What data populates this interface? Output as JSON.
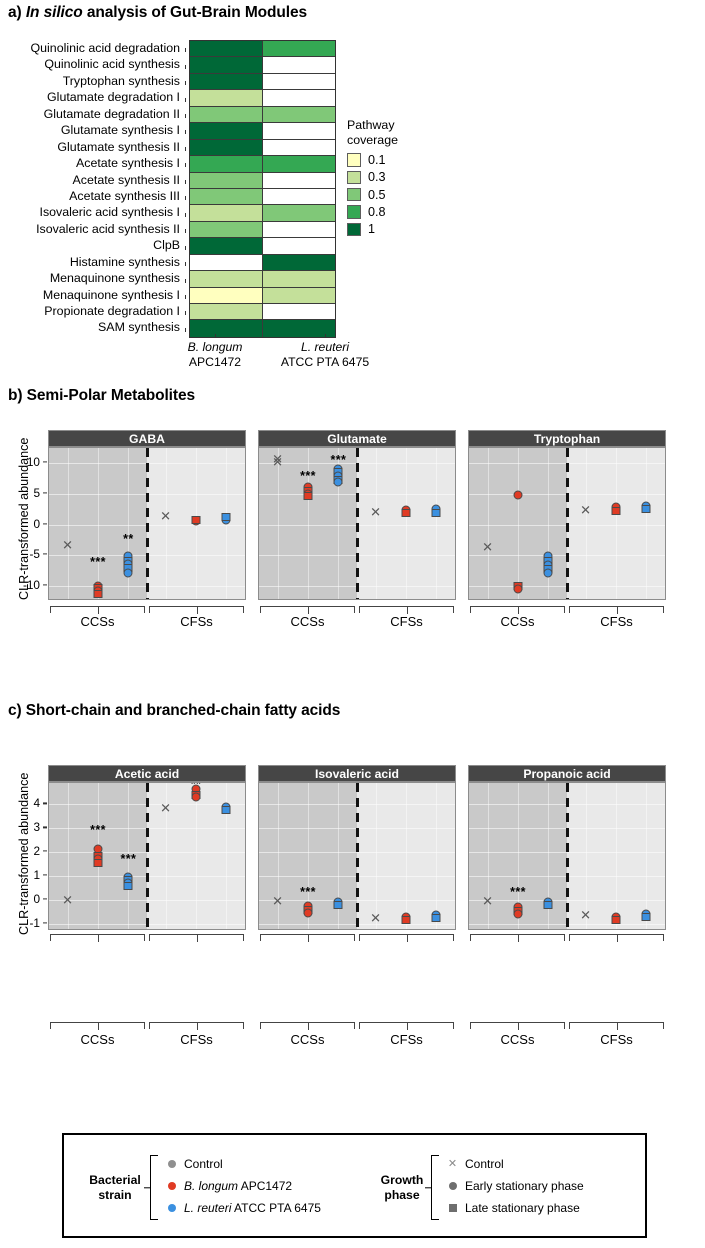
{
  "panels": {
    "a": {
      "prefix": "a)",
      "italic": "In silico",
      "rest": " analysis of Gut-Brain Modules"
    },
    "b": {
      "text": "b) Semi-Polar Metabolites"
    },
    "c": {
      "text": "c) Short-chain and branched-chain fatty acids"
    }
  },
  "heatmap": {
    "columns": [
      {
        "genus": "B. longum",
        "strain": "APC1472"
      },
      {
        "genus": "L. reuteri",
        "strain": "ATCC PTA 6475"
      }
    ],
    "legend": {
      "title_line1": "Pathway",
      "title_line2": "coverage",
      "entries": [
        {
          "label": "0.1",
          "color": "#ffffbf"
        },
        {
          "label": "0.3",
          "color": "#c4e09a"
        },
        {
          "label": "0.5",
          "color": "#80c878"
        },
        {
          "label": "0.8",
          "color": "#34a853"
        },
        {
          "label": "1",
          "color": "#006837"
        }
      ]
    },
    "palette": {
      "v0": "#ffffff",
      "v01": "#ffffbf",
      "v03": "#c4e09a",
      "v05": "#80c878",
      "v08": "#34a853",
      "v1": "#006837"
    },
    "rows": [
      {
        "label": "Quinolinic acid degradation",
        "values": [
          1,
          0.8
        ]
      },
      {
        "label": "Quinolinic acid synthesis",
        "values": [
          1,
          0
        ]
      },
      {
        "label": "Tryptophan synthesis",
        "values": [
          1,
          0
        ]
      },
      {
        "label": "Glutamate degradation I",
        "values": [
          0.3,
          0
        ]
      },
      {
        "label": "Glutamate degradation II",
        "values": [
          0.5,
          0.5
        ]
      },
      {
        "label": "Glutamate synthesis I",
        "values": [
          1,
          0
        ]
      },
      {
        "label": "Glutamate synthesis II",
        "values": [
          1,
          0
        ]
      },
      {
        "label": "Acetate synthesis I",
        "values": [
          0.8,
          0.8
        ]
      },
      {
        "label": "Acetate synthesis II",
        "values": [
          0.5,
          0
        ]
      },
      {
        "label": "Acetate synthesis III",
        "values": [
          0.5,
          0
        ]
      },
      {
        "label": "Isovaleric acid synthesis I",
        "values": [
          0.3,
          0.5
        ]
      },
      {
        "label": "Isovaleric acid synthesis II",
        "values": [
          0.5,
          0
        ]
      },
      {
        "label": "ClpB",
        "values": [
          1,
          0
        ]
      },
      {
        "label": "Histamine synthesis",
        "values": [
          0,
          1
        ]
      },
      {
        "label": "Menaquinone synthesis",
        "values": [
          0.3,
          0.3
        ]
      },
      {
        "label": "Menaquinone synthesis I",
        "values": [
          0.1,
          0.3
        ]
      },
      {
        "label": "Propionate degradation I",
        "values": [
          0.3,
          0
        ]
      },
      {
        "label": "SAM synthesis",
        "values": [
          1,
          1
        ]
      }
    ]
  },
  "axis": {
    "ylabel": "CLR-transformed abundance",
    "b_ticks": [
      "10",
      "5",
      "0",
      "-5",
      "-10"
    ],
    "c_ticks": [
      "4",
      "3",
      "2",
      "1",
      "0",
      "-1"
    ],
    "group_labels": [
      "CCSs",
      "CFSs"
    ]
  },
  "colors": {
    "control": "#8f8f8f",
    "blongum": "#e03b24",
    "lreuteri": "#3b90e0",
    "strip_bg": "#464646",
    "ccs_bg": "#c9c9c9",
    "cfs_bg": "#e9e9e9"
  },
  "chart_data": [
    {
      "type": "scatter",
      "title": "GABA",
      "panel": "b",
      "ylabel": "CLR-transformed abundance",
      "ylim": [
        -12.5,
        12.5
      ],
      "yticks": [
        10,
        5,
        0,
        -5,
        -10
      ],
      "groups": [
        "CCSs",
        "CFSs"
      ],
      "series": [
        {
          "name": "Control",
          "strain": "control",
          "group": "CCSs",
          "marker": "x",
          "values": [
            -3.4
          ]
        },
        {
          "name": "B. longum APC1472",
          "strain": "blongum",
          "group": "CCSs",
          "marker": "mixed",
          "values": [
            -10.1,
            -10.4,
            -10.9,
            -11.3
          ]
        },
        {
          "name": "L. reuteri ATCC PTA 6475",
          "strain": "lreuteri",
          "group": "CCSs",
          "marker": "mixed",
          "values": [
            -5.1,
            -5.9,
            -6.4,
            -7.1,
            -7.9
          ]
        },
        {
          "name": "Control",
          "strain": "control",
          "group": "CFSs",
          "marker": "x",
          "values": [
            1.4
          ]
        },
        {
          "name": "B. longum APC1472",
          "strain": "blongum",
          "group": "CFSs",
          "marker": "mixed",
          "values": [
            0.5,
            0.8
          ]
        },
        {
          "name": "L. reuteri ATCC PTA 6475",
          "strain": "lreuteri",
          "group": "CFSs",
          "marker": "mixed",
          "values": [
            0.7,
            1.2
          ]
        }
      ],
      "annotations": [
        {
          "text": "***",
          "group": "CCSs",
          "strain": "blongum",
          "y": -6.2
        },
        {
          "text": "**",
          "group": "CCSs",
          "strain": "lreuteri",
          "y": -2.4
        }
      ]
    },
    {
      "type": "scatter",
      "title": "Glutamate",
      "panel": "b",
      "ylabel": "CLR-transformed abundance",
      "ylim": [
        -12.5,
        12.5
      ],
      "yticks": [
        10,
        5,
        0,
        -5,
        -10
      ],
      "groups": [
        "CCSs",
        "CFSs"
      ],
      "series": [
        {
          "name": "Control",
          "strain": "control",
          "group": "CCSs",
          "marker": "x",
          "values": [
            10.7,
            10.2
          ]
        },
        {
          "name": "B. longum APC1472",
          "strain": "blongum",
          "group": "CCSs",
          "marker": "mixed",
          "values": [
            6.1,
            5.5,
            5.0,
            4.7
          ]
        },
        {
          "name": "L. reuteri ATCC PTA 6475",
          "strain": "lreuteri",
          "group": "CCSs",
          "marker": "mixed",
          "values": [
            9.1,
            8.5,
            8.0,
            7.3,
            6.9
          ]
        },
        {
          "name": "Control",
          "strain": "control",
          "group": "CFSs",
          "marker": "x",
          "values": [
            2.1
          ]
        },
        {
          "name": "B. longum APC1472",
          "strain": "blongum",
          "group": "CFSs",
          "marker": "mixed",
          "values": [
            2.3,
            1.9
          ]
        },
        {
          "name": "L. reuteri ATCC PTA 6475",
          "strain": "lreuteri",
          "group": "CFSs",
          "marker": "mixed",
          "values": [
            2.5,
            1.9
          ]
        }
      ],
      "annotations": [
        {
          "text": "***",
          "group": "CCSs",
          "strain": "blongum",
          "y": 8.0
        },
        {
          "text": "***",
          "group": "CCSs",
          "strain": "lreuteri",
          "y": 10.5
        }
      ]
    },
    {
      "type": "scatter",
      "title": "Tryptophan",
      "panel": "b",
      "ylabel": "CLR-transformed abundance",
      "ylim": [
        -12.5,
        12.5
      ],
      "yticks": [
        10,
        5,
        0,
        -5,
        -10
      ],
      "groups": [
        "CCSs",
        "CFSs"
      ],
      "series": [
        {
          "name": "Control",
          "strain": "control",
          "group": "CCSs",
          "marker": "x",
          "values": [
            -3.6
          ]
        },
        {
          "name": "B. longum APC1472",
          "strain": "blongum",
          "group": "CCSs",
          "marker": "mixed",
          "values": [
            4.9,
            -10.0,
            -10.6
          ]
        },
        {
          "name": "L. reuteri ATCC PTA 6475",
          "strain": "lreuteri",
          "group": "CCSs",
          "marker": "mixed",
          "values": [
            -5.2,
            -6.0,
            -6.6,
            -7.3,
            -8.0
          ]
        },
        {
          "name": "Control",
          "strain": "control",
          "group": "CFSs",
          "marker": "x",
          "values": [
            2.4
          ]
        },
        {
          "name": "B. longum APC1472",
          "strain": "blongum",
          "group": "CFSs",
          "marker": "mixed",
          "values": [
            2.8,
            2.2
          ]
        },
        {
          "name": "L. reuteri ATCC PTA 6475",
          "strain": "lreuteri",
          "group": "CFSs",
          "marker": "mixed",
          "values": [
            3.1,
            2.6
          ]
        }
      ],
      "annotations": []
    },
    {
      "type": "scatter",
      "title": "Acetic acid",
      "panel": "c",
      "ylabel": "CLR-transformed abundance",
      "ylim": [
        -1.3,
        4.9
      ],
      "yticks": [
        4,
        3,
        2,
        1,
        0,
        -1
      ],
      "groups": [
        "CCSs",
        "CFSs"
      ],
      "series": [
        {
          "name": "Control",
          "strain": "control",
          "group": "CCSs",
          "marker": "x",
          "values": [
            0.0
          ]
        },
        {
          "name": "B. longum APC1472",
          "strain": "blongum",
          "group": "CCSs",
          "marker": "mixed",
          "values": [
            2.15,
            1.85,
            1.7,
            1.55
          ]
        },
        {
          "name": "L. reuteri ATCC PTA 6475",
          "strain": "lreuteri",
          "group": "CCSs",
          "marker": "mixed",
          "values": [
            0.95,
            0.85,
            0.7,
            0.6
          ]
        },
        {
          "name": "Control",
          "strain": "control",
          "group": "CFSs",
          "marker": "x",
          "values": [
            3.85
          ]
        },
        {
          "name": "B. longum APC1472",
          "strain": "blongum",
          "group": "CFSs",
          "marker": "mixed",
          "values": [
            4.65,
            4.4,
            4.3
          ]
        },
        {
          "name": "L. reuteri ATCC PTA 6475",
          "strain": "lreuteri",
          "group": "CFSs",
          "marker": "mixed",
          "values": [
            3.9,
            3.75
          ]
        }
      ],
      "annotations": [
        {
          "text": "***",
          "group": "CCSs",
          "strain": "blongum",
          "y": 2.95
        },
        {
          "text": "***",
          "group": "CCSs",
          "strain": "lreuteri",
          "y": 1.7
        },
        {
          "text": "**",
          "group": "CFSs",
          "strain": "blongum",
          "y": 4.85
        }
      ]
    },
    {
      "type": "scatter",
      "title": "Isovaleric acid",
      "panel": "c",
      "ylabel": "CLR-transformed abundance",
      "ylim": [
        -1.3,
        4.9
      ],
      "yticks": [
        4,
        3,
        2,
        1,
        0,
        -1
      ],
      "groups": [
        "CCSs",
        "CFSs"
      ],
      "series": [
        {
          "name": "Control",
          "strain": "control",
          "group": "CCSs",
          "marker": "x",
          "values": [
            -0.05
          ]
        },
        {
          "name": "B. longum APC1472",
          "strain": "blongum",
          "group": "CCSs",
          "marker": "mixed",
          "values": [
            -0.25,
            -0.4,
            -0.55
          ]
        },
        {
          "name": "L. reuteri ATCC PTA 6475",
          "strain": "lreuteri",
          "group": "CCSs",
          "marker": "mixed",
          "values": [
            -0.1,
            -0.2
          ]
        },
        {
          "name": "Control",
          "strain": "control",
          "group": "CFSs",
          "marker": "x",
          "values": [
            -0.75
          ]
        },
        {
          "name": "B. longum APC1472",
          "strain": "blongum",
          "group": "CFSs",
          "marker": "mixed",
          "values": [
            -0.7,
            -0.85
          ]
        },
        {
          "name": "L. reuteri ATCC PTA 6475",
          "strain": "lreuteri",
          "group": "CFSs",
          "marker": "mixed",
          "values": [
            -0.65,
            -0.75
          ]
        }
      ],
      "annotations": [
        {
          "text": "***",
          "group": "CCSs",
          "strain": "blongum",
          "y": 0.35
        }
      ]
    },
    {
      "type": "scatter",
      "title": "Propanoic acid",
      "panel": "c",
      "ylabel": "CLR-transformed abundance",
      "ylim": [
        -1.3,
        4.9
      ],
      "yticks": [
        4,
        3,
        2,
        1,
        0,
        -1
      ],
      "groups": [
        "CCSs",
        "CFSs"
      ],
      "series": [
        {
          "name": "Control",
          "strain": "control",
          "group": "CCSs",
          "marker": "x",
          "values": [
            -0.05
          ]
        },
        {
          "name": "B. longum APC1472",
          "strain": "blongum",
          "group": "CCSs",
          "marker": "mixed",
          "values": [
            -0.3,
            -0.45,
            -0.6
          ]
        },
        {
          "name": "L. reuteri ATCC PTA 6475",
          "strain": "lreuteri",
          "group": "CCSs",
          "marker": "mixed",
          "values": [
            -0.1,
            -0.2
          ]
        },
        {
          "name": "Control",
          "strain": "control",
          "group": "CFSs",
          "marker": "x",
          "values": [
            -0.65
          ]
        },
        {
          "name": "B. longum APC1472",
          "strain": "blongum",
          "group": "CFSs",
          "marker": "mixed",
          "values": [
            -0.7,
            -0.85
          ]
        },
        {
          "name": "L. reuteri ATCC PTA 6475",
          "strain": "lreuteri",
          "group": "CFSs",
          "marker": "mixed",
          "values": [
            -0.6,
            -0.7
          ]
        }
      ],
      "annotations": [
        {
          "text": "***",
          "group": "CCSs",
          "strain": "blongum",
          "y": 0.35
        }
      ]
    }
  ],
  "legend_box": {
    "groups": [
      {
        "title_line1": "Bacterial",
        "title_line2": "strain",
        "items": [
          {
            "marker": "circle",
            "color": "#8f8f8f",
            "text": "Control",
            "italic": ""
          },
          {
            "marker": "circle",
            "color": "#e03b24",
            "italic": "B. longum",
            "text": " APC1472"
          },
          {
            "marker": "circle",
            "color": "#3b90e0",
            "italic": "L. reuteri",
            "text": " ATCC PTA 6475"
          }
        ]
      },
      {
        "title_line1": "Growth",
        "title_line2": "phase",
        "items": [
          {
            "marker": "x",
            "color": "#8a8a8a",
            "text": "Control",
            "italic": ""
          },
          {
            "marker": "circle",
            "color": "#6e6e6e",
            "text": "Early stationary phase",
            "italic": ""
          },
          {
            "marker": "square",
            "color": "#6e6e6e",
            "text": "Late stationary phase",
            "italic": ""
          }
        ]
      }
    ]
  }
}
